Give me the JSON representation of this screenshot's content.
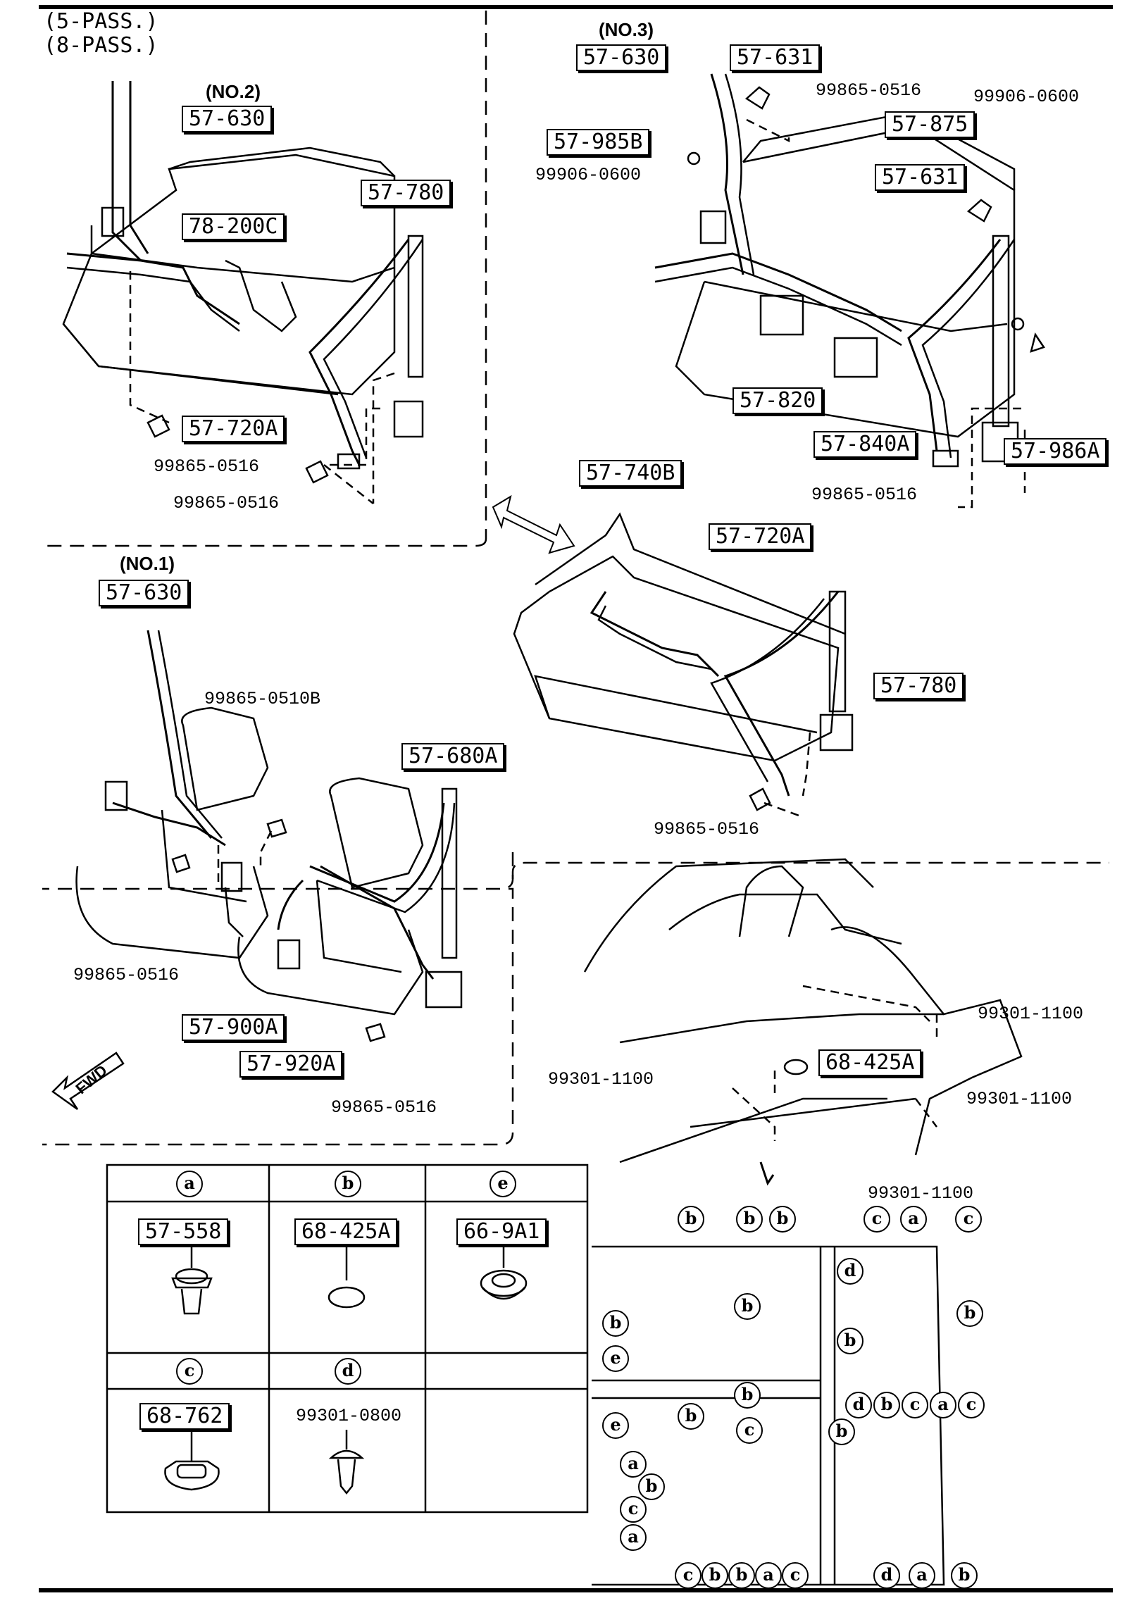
{
  "headers": {
    "pass5": "(5-PASS.)",
    "pass8": "(8-PASS.)",
    "fwd": "FWD"
  },
  "titles": {
    "no1": "(NO.1)",
    "no2": "(NO.2)",
    "no3": "(NO.3)"
  },
  "no2_panel": {
    "p_57630": "57-630",
    "p_57780": "57-780",
    "p_78200c": "78-200C",
    "p_57720a": "57-720A",
    "b_99865_0516_a": "99865-0516",
    "b_99865_0516_b": "99865-0516"
  },
  "no3_panel": {
    "p_57630": "57-630",
    "p_57631_a": "57-631",
    "p_57985b": "57-985B",
    "b_99906_0600_a": "99906-0600",
    "b_99865_0516_top": "99865-0516",
    "b_99906_0600_b": "99906-0600",
    "p_57875": "57-875",
    "p_57631_b": "57-631",
    "p_57820": "57-820",
    "p_57840a": "57-840A",
    "p_57986a": "57-986A",
    "b_99865_0516_bottom": "99865-0516"
  },
  "rear_panel": {
    "p_57740b": "57-740B",
    "p_57720a": "57-720A",
    "p_57780": "57-780",
    "b_99865_0516": "99865-0516"
  },
  "no1_panel": {
    "p_57630": "57-630",
    "b_99865_0510b": "99865-0510B",
    "p_57680a": "57-680A",
    "b_99865_0516_a": "99865-0516",
    "p_57900a": "57-900A",
    "p_57920a": "57-920A",
    "b_99865_0516_b": "99865-0516"
  },
  "body_panel": {
    "b_99301_1100_a": "99301-1100",
    "b_99301_1100_b": "99301-1100",
    "b_99301_1100_c": "99301-1100",
    "b_99301_1100_d": "99301-1100",
    "p_68425a": "68-425A"
  },
  "legend": {
    "a_letter": "a",
    "b_letter": "b",
    "e_letter": "e",
    "c_letter": "c",
    "d_letter": "d",
    "a_part": "57-558",
    "b_part": "68-425A",
    "e_part": "66-9A1",
    "c_part": "68-762",
    "d_part": "99301-0800"
  },
  "clip_map": {
    "top_row": [
      "b",
      "b",
      "b",
      "c",
      "a",
      "c"
    ],
    "mid": [
      "d",
      "b",
      "b",
      "b",
      "b",
      "e",
      "b",
      "e",
      "b",
      "c"
    ],
    "right_row": [
      "d",
      "b",
      "c",
      "a",
      "c"
    ],
    "left_col": [
      "a",
      "b",
      "c",
      "a"
    ],
    "bottom_row": [
      "c",
      "b",
      "b",
      "a",
      "c",
      "d",
      "a",
      "b"
    ]
  }
}
